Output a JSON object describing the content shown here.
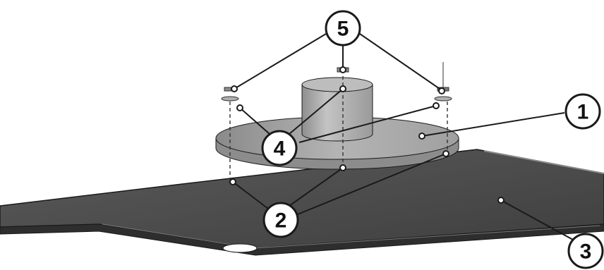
{
  "callouts": {
    "c1": "1",
    "c2": "2",
    "c3": "3",
    "c4": "4",
    "c5": "5"
  },
  "colors": {
    "plate": "#4a4a4a",
    "plate_edge": "#2e2e2e",
    "plate_top_light": "#6a6a6a",
    "flange": "#9c9c9c",
    "hub": "#a9a9a9",
    "outline": "#1a1a1a"
  },
  "icons": [
    "mounting-plate",
    "flange-part",
    "bolt-fastener",
    "washer",
    "mounting-hole"
  ]
}
